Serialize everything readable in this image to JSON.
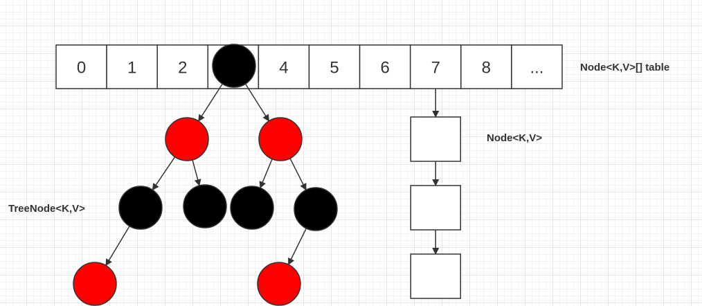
{
  "diagram": {
    "title": "HashMap bucket structure: array, linked list, red-black tree",
    "table": {
      "label": "Node<K,V>[] table",
      "cells": [
        "0",
        "1",
        "2",
        "",
        "4",
        "5",
        "6",
        "7",
        "8",
        "..."
      ],
      "tree_bucket_index": 3,
      "list_bucket_index": 7
    },
    "tree": {
      "label": "TreeNode<K,V>",
      "nodes": [
        {
          "id": "root",
          "color": "black",
          "parent": null
        },
        {
          "id": "l",
          "color": "red",
          "parent": "root"
        },
        {
          "id": "r",
          "color": "red",
          "parent": "root"
        },
        {
          "id": "ll",
          "color": "black",
          "parent": "l"
        },
        {
          "id": "lr",
          "color": "black",
          "parent": "l"
        },
        {
          "id": "rl",
          "color": "black",
          "parent": "r"
        },
        {
          "id": "rr",
          "color": "black",
          "parent": "r"
        },
        {
          "id": "lll",
          "color": "red",
          "parent": "ll"
        },
        {
          "id": "rrl",
          "color": "red",
          "parent": "rr"
        }
      ]
    },
    "list": {
      "label": "Node<K,V>",
      "length": 3
    },
    "colors": {
      "red": "#ff0000",
      "black": "#000000",
      "stroke": "#333333",
      "cell_fill": "#ffffff"
    }
  }
}
